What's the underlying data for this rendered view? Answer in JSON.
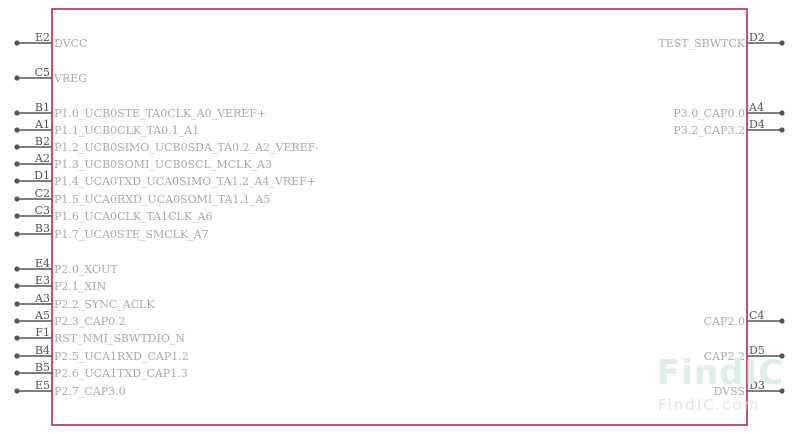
{
  "symbol": {
    "body_color": "#b5174f",
    "pin_color": "#555555",
    "name_color": "#aaaaaa",
    "left_pins": [
      {
        "num": "E2",
        "name": "DVCC"
      },
      {
        "num": "C5",
        "name": "VREG"
      },
      {
        "num": "B1",
        "name": "P1.0_UCB0STE_TA0CLK_A0_VEREF+"
      },
      {
        "num": "A1",
        "name": "P1.1_UCB0CLK_TA0.1_A1"
      },
      {
        "num": "B2",
        "name": "P1.2_UCB0SIMO_UCB0SDA_TA0.2_A2_VEREF-"
      },
      {
        "num": "A2",
        "name": "P1.3_UCB0SOMI_UCB0SCL_MCLK_A3"
      },
      {
        "num": "D1",
        "name": "P1.4_UCA0TXD_UCA0SIMO_TA1.2_A4_VREF+"
      },
      {
        "num": "C2",
        "name": "P1.5_UCA0RXD_UCA0SOMI_TA1.1_A5"
      },
      {
        "num": "C3",
        "name": "P1.6_UCA0CLK_TA1CLK_A6"
      },
      {
        "num": "B3",
        "name": "P1.7_UCA0STE_SMCLK_A7"
      },
      {
        "num": "E4",
        "name": "P2.0_XOUT"
      },
      {
        "num": "E3",
        "name": "P2.1_XIN"
      },
      {
        "num": "A3",
        "name": "P2.2_SYNC_ACLK"
      },
      {
        "num": "A5",
        "name": "P2.3_CAP0.2"
      },
      {
        "num": "F1",
        "name": "RST_NMI_SBWTDIO_N"
      },
      {
        "num": "B4",
        "name": "P2.5_UCA1RXD_CAP1.2"
      },
      {
        "num": "B5",
        "name": "P2.6_UCA1TXD_CAP1.3"
      },
      {
        "num": "E5",
        "name": "P2.7_CAP3.0"
      }
    ],
    "right_pins": [
      {
        "num": "D2",
        "name": "TEST_SBWTCK"
      },
      {
        "num": "A4",
        "name": "P3.0_CAP0.0"
      },
      {
        "num": "D4",
        "name": "P3.2_CAP3.2"
      },
      {
        "num": "C4",
        "name": "CAP2.0"
      },
      {
        "num": "D5",
        "name": "CAP2.2"
      },
      {
        "num": "D3",
        "name": "DVSS"
      }
    ]
  },
  "watermark": {
    "logo": "FindIC",
    "url": "FindIC.com"
  }
}
